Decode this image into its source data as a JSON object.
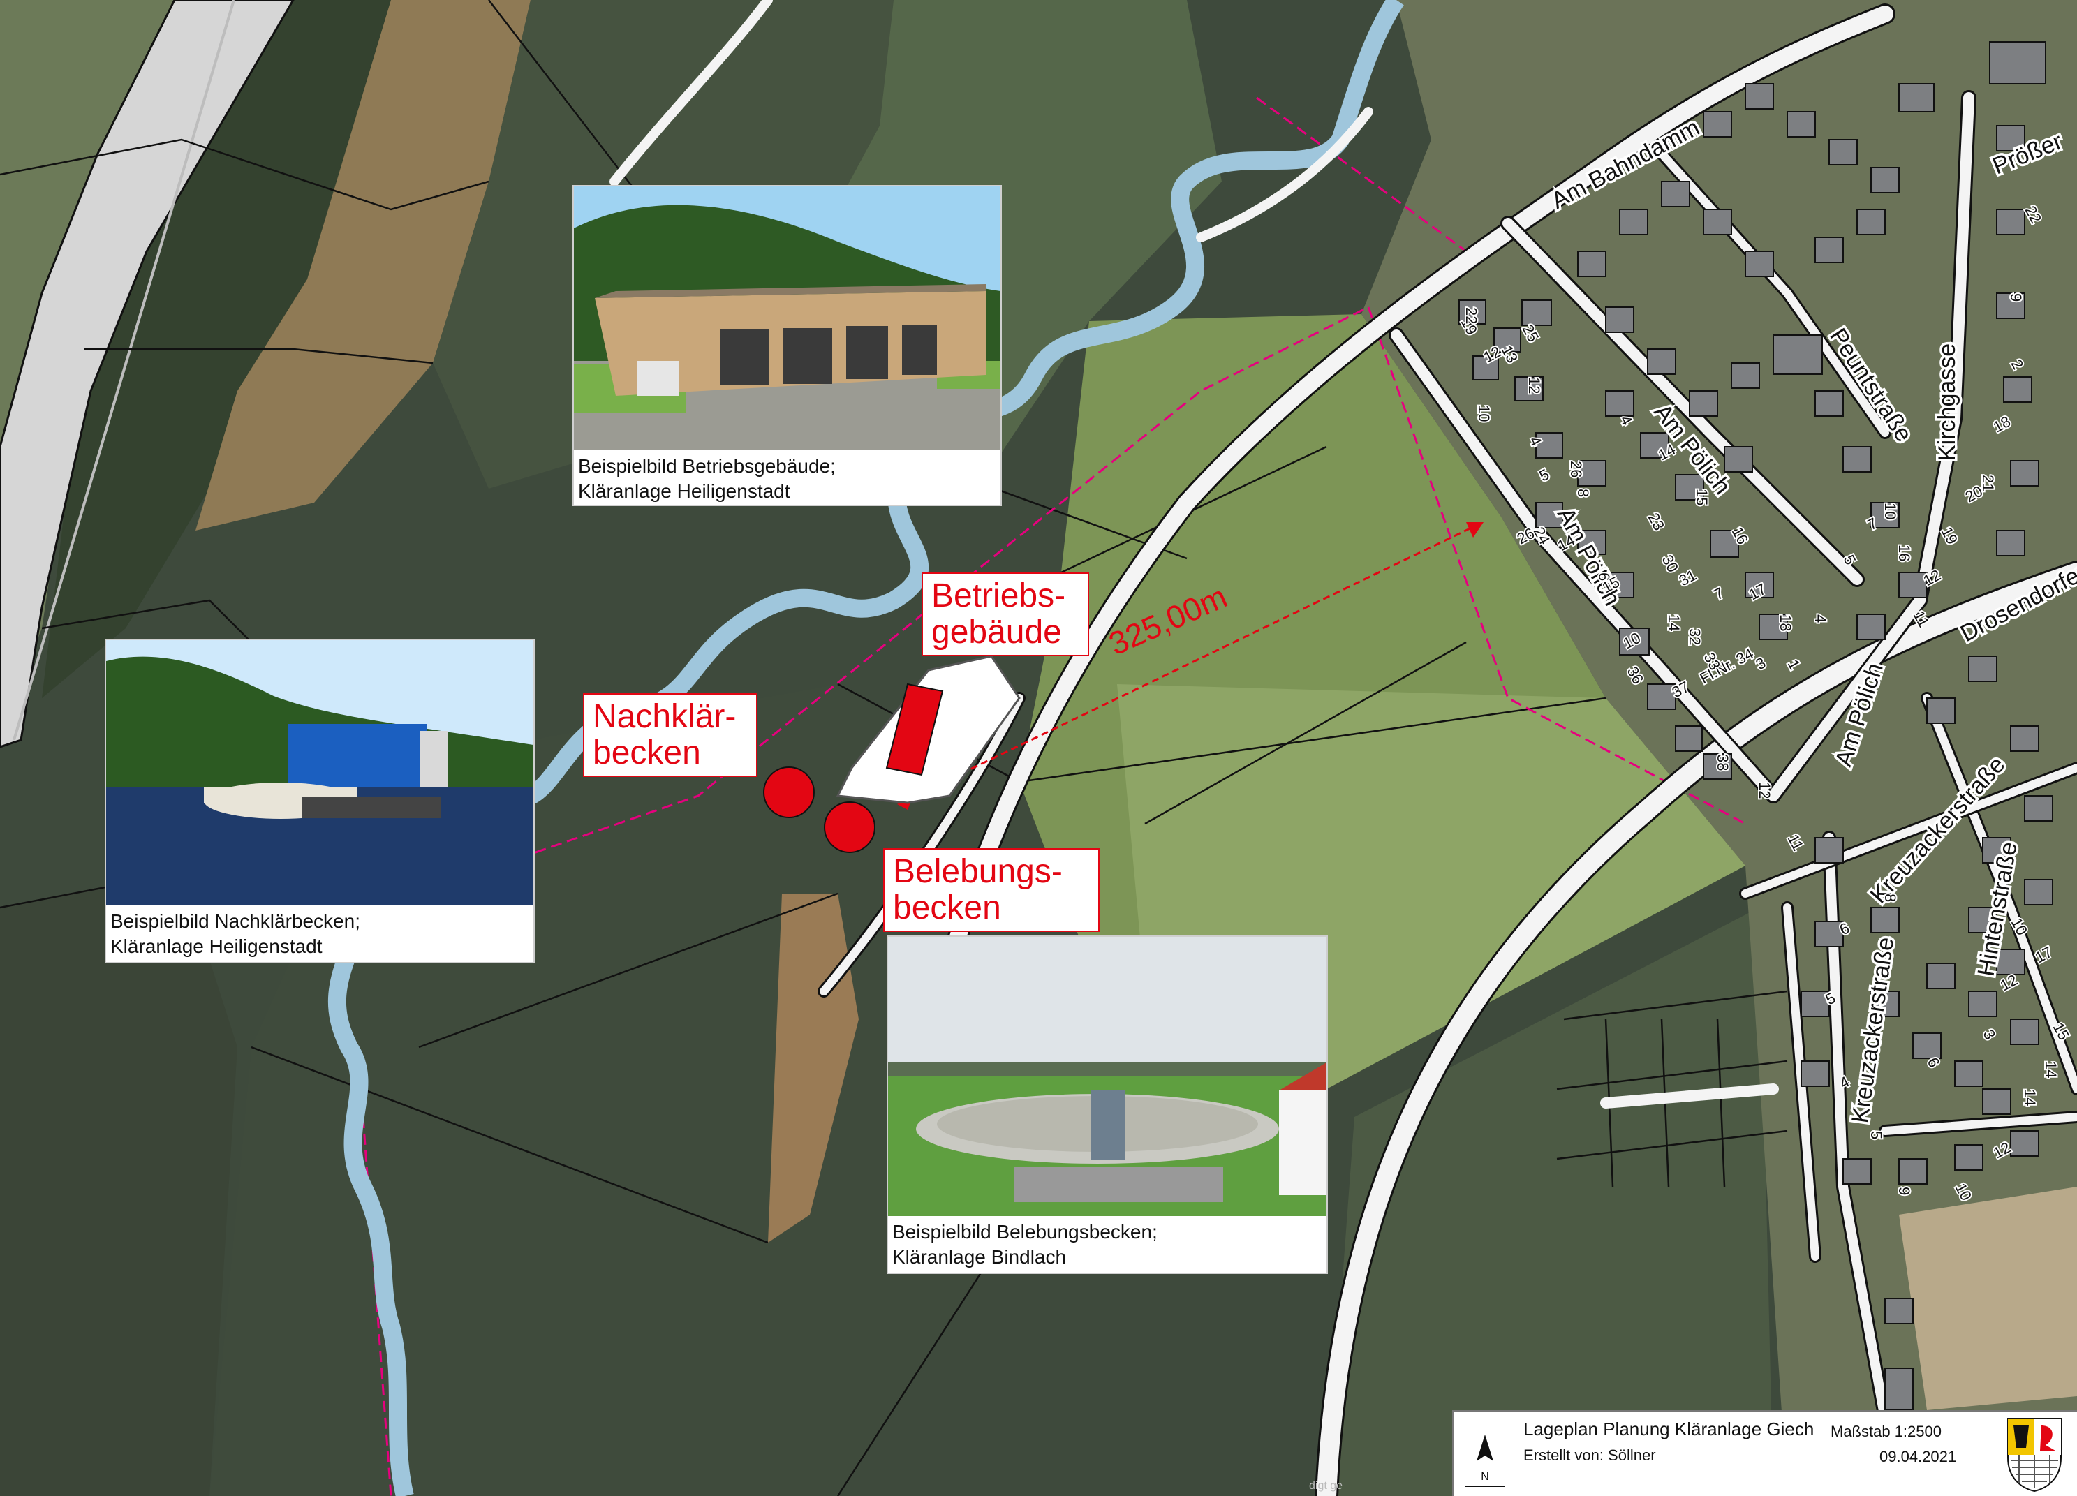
{
  "map": {
    "colors": {
      "field_dark": "#3e4a3c",
      "field_green": "#6f8a4f",
      "field_light": "#8fa366",
      "field_tan": "#a88a62",
      "forest": "#2f3a2c",
      "road": "#f4f4f4",
      "stream": "#9fc6dc",
      "parcel": "#111111",
      "boundary": "#e6007e",
      "accent_red": "#e30613"
    }
  },
  "streets": [
    {
      "name": "Am Bahndamm",
      "icon": "street-label"
    },
    {
      "name": "Peuntstraße"
    },
    {
      "name": "Kirchgasse"
    },
    {
      "name": "Am Pölich"
    },
    {
      "name": "Am Pölich"
    },
    {
      "name": "Am Pölich"
    },
    {
      "name": "Drosendorfer S"
    },
    {
      "name": "Kreuzackerstraße"
    },
    {
      "name": "Kreuzackerstraße"
    },
    {
      "name": "Hintenstraße"
    },
    {
      "name": "Prößer"
    }
  ],
  "house_numbers": [
    "19",
    "12",
    "10",
    "4",
    "5",
    "8",
    "24",
    "14",
    "6",
    "13",
    "15",
    "22",
    "25",
    "10",
    "12",
    "4",
    "14",
    "15",
    "16",
    "17",
    "18",
    "23",
    "26",
    "26",
    "30",
    "31",
    "32",
    "33",
    "7",
    "14",
    "36",
    "37",
    "38",
    "1",
    "3",
    "4",
    "5",
    "7",
    "10",
    "11",
    "12",
    "16",
    "19",
    "20",
    "21",
    "2",
    "18",
    "9",
    "22",
    "6",
    "8",
    "10",
    "12",
    "14",
    "3",
    "4",
    "5",
    "6",
    "5",
    "9",
    "10",
    "12",
    "14",
    "15",
    "17",
    "12",
    "11"
  ],
  "parcel_no": "Fl.Nr. 34",
  "facilities": {
    "betriebsgebaeude": "Betriebs-\ngebäude",
    "nachklaerbecken": "Nachklär-\nbecken",
    "belebungsbecken": "Belebungs-\nbecken"
  },
  "distance": "325,00m",
  "photos": {
    "betrieb": {
      "line1": "Beispielbild Betriebsgebäude;",
      "line2": "Kläranlage Heiligenstadt"
    },
    "nachklaer": {
      "line1": "Beispielbild Nachklärbecken;",
      "line2": "Kläranlage Heiligenstadt"
    },
    "belebung": {
      "line1": "Beispielbild Belebungsbecken;",
      "line2": "Kläranlage Bindlach"
    }
  },
  "title_block": {
    "title": "Lageplan Planung Kläranlage Giech",
    "scale": "Maßstab 1:2500",
    "author": "Erstellt von:  Söllner",
    "date": "09.04.2021",
    "north": "N",
    "icons": {
      "north": "north-arrow-icon",
      "crest": "municipal-crest-icon"
    }
  },
  "watermark": "digt ge"
}
